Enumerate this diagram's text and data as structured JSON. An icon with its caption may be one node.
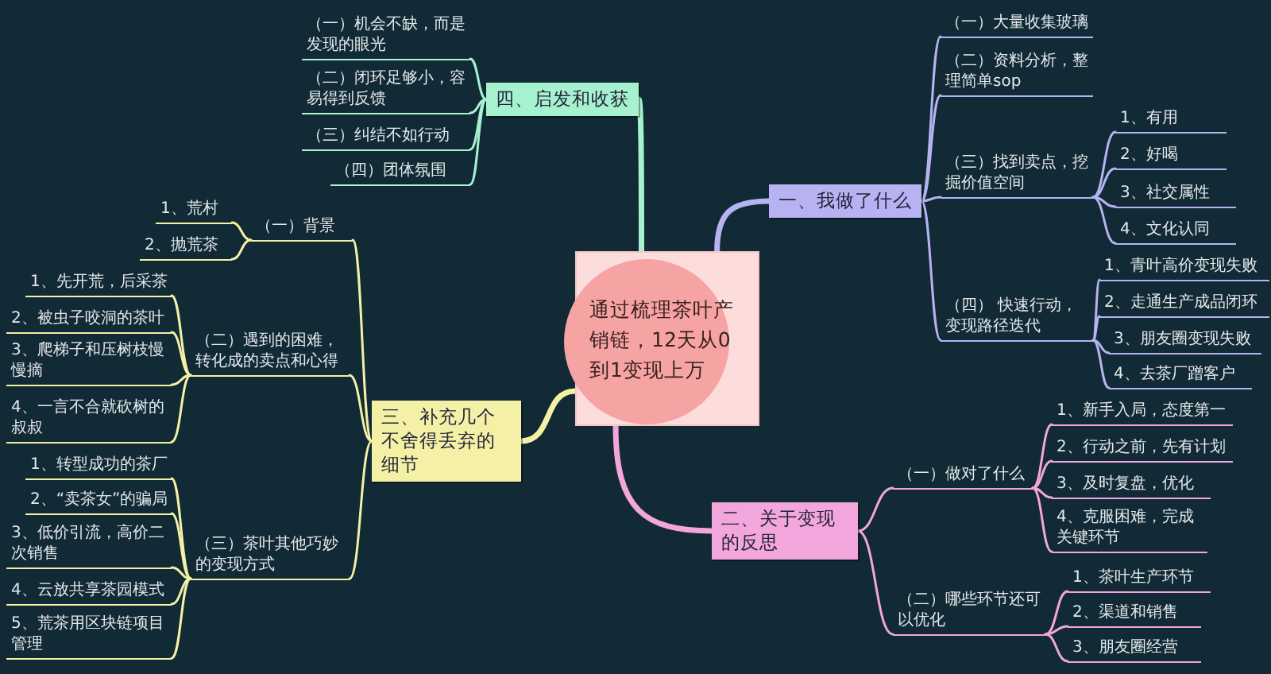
{
  "diagram": {
    "nodes": [
      {
        "text": [
          "通过梳理茶叶产销链，12天从0到1变现上万"
        ]
      },
      {
        "text": [
          "一、我做了什么"
        ]
      },
      {
        "text": [
          "（一）大量收集玻璃"
        ]
      },
      {
        "text": [
          "（二）资料分析，整理简单sop"
        ]
      },
      {
        "text": [
          "（三）找到卖点，挖掘价值空间"
        ]
      },
      {
        "text": [
          "1、有用"
        ]
      },
      {
        "text": [
          "2、好喝"
        ]
      },
      {
        "text": [
          "3、社交属性"
        ]
      },
      {
        "text": [
          "4、文化认同"
        ]
      },
      {
        "text": [
          "（四） 快速行动，变现路径迭代"
        ]
      },
      {
        "text": [
          "1、青叶高价变现失败"
        ]
      },
      {
        "text": [
          "2、走通生产成品闭环"
        ]
      },
      {
        "text": [
          "3、朋友圈变现失败"
        ]
      },
      {
        "text": [
          "4、去茶厂蹭客户"
        ]
      },
      {
        "text": [
          "二、关于变现的反思"
        ]
      },
      {
        "text": [
          "（一）做对了什么"
        ]
      },
      {
        "text": [
          "1、新手入局，态度第一"
        ]
      },
      {
        "text": [
          "2、行动之前，先有计划"
        ]
      },
      {
        "text": [
          "3、及时复盘，优化"
        ]
      },
      {
        "text": [
          "4、克服困难，完成关键环节"
        ]
      },
      {
        "text": [
          "（二）哪些环节还可以优化"
        ]
      },
      {
        "text": [
          "1、茶叶生产环节"
        ]
      },
      {
        "text": [
          "2、渠道和销售"
        ]
      },
      {
        "text": [
          "3、朋友圈经营"
        ]
      },
      {
        "text": [
          "三、补充几个不舍得丢弃的细节"
        ]
      },
      {
        "text": [
          "（一）背景"
        ]
      },
      {
        "text": [
          "1、荒村"
        ]
      },
      {
        "text": [
          "2、抛荒茶"
        ]
      },
      {
        "text": [
          "（二）遇到的困难，转化成的卖点和心得"
        ]
      },
      {
        "text": [
          "1、先开荒，后采茶"
        ]
      },
      {
        "text": [
          "2、被虫子咬洞的茶叶"
        ]
      },
      {
        "text": [
          "3、爬梯子和压树枝慢慢摘"
        ]
      },
      {
        "text": [
          "4、一言不合就砍树的叔叔"
        ]
      },
      {
        "text": [
          "（三）茶叶其他巧妙的变现方式"
        ]
      },
      {
        "text": [
          "1、转型成功的茶厂"
        ]
      },
      {
        "text": [
          "2、“卖茶女”的骗局"
        ]
      },
      {
        "text": [
          "3、低价引流，高价二次销售"
        ]
      },
      {
        "text": [
          "4、云放共享茶园模式"
        ]
      },
      {
        "text": [
          "5、荒茶用区块链项目管理"
        ]
      },
      {
        "text": [
          "四、启发和收获"
        ]
      },
      {
        "text": [
          "（一）机会不缺，而是发现的眼光"
        ]
      },
      {
        "text": [
          "（二）闭环足够小，容易得到反馈"
        ]
      },
      {
        "text": [
          "（三）纠结不如行动"
        ]
      },
      {
        "text": [
          "（四）团体氛围"
        ]
      }
    ],
    "edges": [
      {
        "from": 0,
        "to": 1,
        "arrow": "none",
        "style": "thick",
        "color": "#b7b3f2"
      },
      {
        "from": 1,
        "to": 2,
        "arrow": "none",
        "color": "#b7b3f2"
      },
      {
        "from": 1,
        "to": 3,
        "arrow": "none",
        "color": "#b7b3f2"
      },
      {
        "from": 1,
        "to": 4,
        "arrow": "none",
        "color": "#b7b3f2"
      },
      {
        "from": 4,
        "to": 5,
        "arrow": "none",
        "color": "#b7b3f2"
      },
      {
        "from": 4,
        "to": 6,
        "arrow": "none",
        "color": "#b7b3f2"
      },
      {
        "from": 4,
        "to": 7,
        "arrow": "none",
        "color": "#b7b3f2"
      },
      {
        "from": 4,
        "to": 8,
        "arrow": "none",
        "color": "#b7b3f2"
      },
      {
        "from": 1,
        "to": 9,
        "arrow": "none",
        "color": "#b7b3f2"
      },
      {
        "from": 9,
        "to": 10,
        "arrow": "none",
        "color": "#b7b3f2"
      },
      {
        "from": 9,
        "to": 11,
        "arrow": "none",
        "color": "#b7b3f2"
      },
      {
        "from": 9,
        "to": 12,
        "arrow": "none",
        "color": "#b7b3f2"
      },
      {
        "from": 9,
        "to": 13,
        "arrow": "none",
        "color": "#b7b3f2"
      },
      {
        "from": 0,
        "to": 14,
        "arrow": "none",
        "style": "thick",
        "color": "#f3a6dc"
      },
      {
        "from": 14,
        "to": 15,
        "arrow": "none",
        "color": "#f3a6dc"
      },
      {
        "from": 15,
        "to": 16,
        "arrow": "none",
        "color": "#f3a6dc"
      },
      {
        "from": 15,
        "to": 17,
        "arrow": "none",
        "color": "#f3a6dc"
      },
      {
        "from": 15,
        "to": 18,
        "arrow": "none",
        "color": "#f3a6dc"
      },
      {
        "from": 15,
        "to": 19,
        "arrow": "none",
        "color": "#f3a6dc"
      },
      {
        "from": 14,
        "to": 20,
        "arrow": "none",
        "color": "#f3a6dc"
      },
      {
        "from": 20,
        "to": 21,
        "arrow": "none",
        "color": "#f3a6dc"
      },
      {
        "from": 20,
        "to": 22,
        "arrow": "none",
        "color": "#f3a6dc"
      },
      {
        "from": 20,
        "to": 23,
        "arrow": "none",
        "color": "#f3a6dc"
      },
      {
        "from": 0,
        "to": 24,
        "arrow": "none",
        "style": "thick",
        "color": "#f4f0a6"
      },
      {
        "from": 24,
        "to": 25,
        "arrow": "none",
        "color": "#f4f0a6"
      },
      {
        "from": 25,
        "to": 26,
        "arrow": "none",
        "color": "#f4f0a6"
      },
      {
        "from": 25,
        "to": 27,
        "arrow": "none",
        "color": "#f4f0a6"
      },
      {
        "from": 24,
        "to": 28,
        "arrow": "none",
        "color": "#f4f0a6"
      },
      {
        "from": 28,
        "to": 29,
        "arrow": "none",
        "color": "#f4f0a6"
      },
      {
        "from": 28,
        "to": 30,
        "arrow": "none",
        "color": "#f4f0a6"
      },
      {
        "from": 28,
        "to": 31,
        "arrow": "none",
        "color": "#f4f0a6"
      },
      {
        "from": 28,
        "to": 32,
        "arrow": "none",
        "color": "#f4f0a6"
      },
      {
        "from": 24,
        "to": 33,
        "arrow": "none",
        "color": "#f4f0a6"
      },
      {
        "from": 33,
        "to": 34,
        "arrow": "none",
        "color": "#f4f0a6"
      },
      {
        "from": 33,
        "to": 35,
        "arrow": "none",
        "color": "#f4f0a6"
      },
      {
        "from": 33,
        "to": 36,
        "arrow": "none",
        "color": "#f4f0a6"
      },
      {
        "from": 33,
        "to": 37,
        "arrow": "none",
        "color": "#f4f0a6"
      },
      {
        "from": 33,
        "to": 38,
        "arrow": "none",
        "color": "#f4f0a6"
      },
      {
        "from": 0,
        "to": 39,
        "arrow": "none",
        "style": "thick",
        "color": "#a6f2cf"
      },
      {
        "from": 39,
        "to": 40,
        "arrow": "none",
        "color": "#a6f2cf"
      },
      {
        "from": 39,
        "to": 41,
        "arrow": "none",
        "color": "#a6f2cf"
      },
      {
        "from": 39,
        "to": 42,
        "arrow": "none",
        "color": "#a6f2cf"
      },
      {
        "from": 39,
        "to": 43,
        "arrow": "none",
        "color": "#a6f2cf"
      }
    ]
  }
}
